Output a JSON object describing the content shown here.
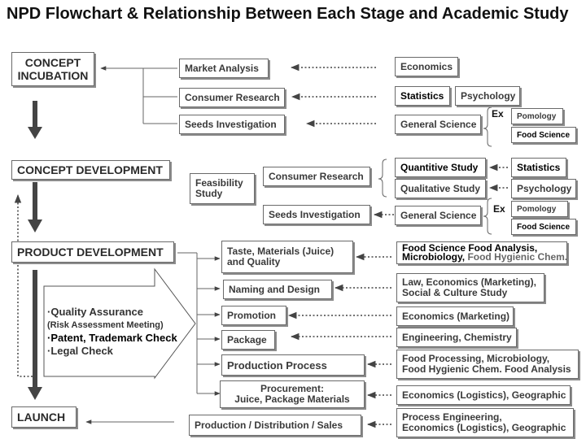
{
  "title": "NPD Flowchart & Relationship Between Each Stage and Academic Study",
  "stages": {
    "concept_incubation": "CONCEPT\nINCUBATION",
    "concept_development": "CONCEPT DEVELOPMENT",
    "product_development": "PRODUCT DEVELOPMENT",
    "launch": "LAUNCH"
  },
  "incubation": {
    "market_analysis": "Market Analysis",
    "consumer_research": "Consumer Research",
    "seeds_investigation": "Seeds Investigation",
    "economics": "Economics",
    "statistics": "Statistics",
    "psychology": "Psychology",
    "general_science": "General Science",
    "ex": "Ex",
    "pomology": "Pomology",
    "food_science": "Food Science"
  },
  "development": {
    "feasibility_line1": "Feasibility",
    "feasibility_line2": "Study",
    "consumer_research": "Consumer Research",
    "seeds_investigation": "Seeds Investigation",
    "quantitive_study": "Quantitive Study",
    "qualitative_study": "Qualitative Study",
    "statistics": "Statistics",
    "psychology": "Psychology",
    "general_science": "General Science",
    "ex": "Ex",
    "pomology": "Pomology",
    "food_science": "Food Science"
  },
  "product": {
    "taste_line1": "Taste, Materials (Juice)",
    "taste_line2": "and Quality",
    "naming_design": "Naming and Design",
    "promotion": "Promotion",
    "package": "Package",
    "production_process": "Production Process",
    "procurement_line1": "Procurement:",
    "procurement_line2": "Juice, Package Materials",
    "production_distribution_sales": "Production / Distribution / Sales",
    "academic": {
      "taste_line1": "Food Science Food Analysis,",
      "taste_line2a": "Microbiology,",
      "taste_line2b": " Food Hygienic Chem.",
      "naming_line1": "Law, Economics (Marketing),",
      "naming_line2": "Social & Culture Study",
      "promotion": "Economics (Marketing)",
      "package": "Engineering, Chemistry",
      "production_line1": "Food Processing, Microbiology,",
      "production_line2": "Food Hygienic Chem. Food Analysis",
      "procurement": "Economics (Logistics), Geographic",
      "distribution_line1": "Process Engineering,",
      "distribution_line2": "Economics (Logistics), Geographic"
    }
  },
  "checks": {
    "quality_assurance": "·Quality Assurance",
    "risk_assessment": "(Risk Assessment Meeting)",
    "patent_trademark": "·Patent, Trademark Check",
    "legal_check": "·Legal Check"
  }
}
